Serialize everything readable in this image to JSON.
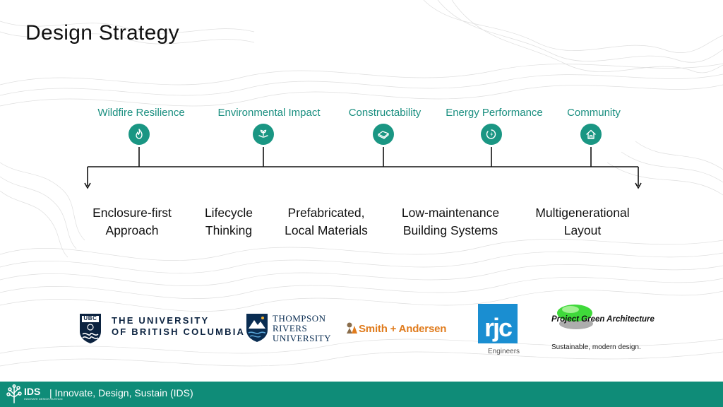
{
  "slide": {
    "title": "Design Strategy",
    "categories": [
      {
        "label": "Wildfire Resilience",
        "icon": "fire-icon"
      },
      {
        "label": "Environmental Impact",
        "icon": "plant-hand-icon"
      },
      {
        "label": "Constructability",
        "icon": "prefab-box-icon"
      },
      {
        "label": "Energy Performance",
        "icon": "energy-bolt-icon"
      },
      {
        "label": "Community",
        "icon": "house-icon"
      }
    ],
    "strategies": [
      "Enclosure-first\nApproach",
      "Lifecycle\nThinking",
      "Prefabricated,\nLocal Materials",
      "Low-maintenance\nBuilding  Systems",
      "Multigenerational\nLayout"
    ],
    "accent_color": "#1a9683",
    "footer_color": "#0f8c78"
  },
  "logos": {
    "ubc": {
      "line1": "THE UNIVERSITY",
      "line2": "OF BRITISH COLUMBIA",
      "crest_text": "UBC"
    },
    "tru": {
      "line1": "THOMPSON",
      "line2": "RIVERS",
      "line3": "UNIVERSITY"
    },
    "smith_andersen": {
      "text": "Smith + Andersen"
    },
    "rjc": {
      "text": "rjc",
      "sub": "Engineers"
    },
    "pga": {
      "title": "Project Green Architecture",
      "sub": "Sustainable, modern design."
    }
  },
  "footer": {
    "logo_text": "IDS",
    "logo_sub": "INNOVATE DESIGN SUSTAIN",
    "text": "| Innovate, Design, Sustain (IDS)"
  }
}
